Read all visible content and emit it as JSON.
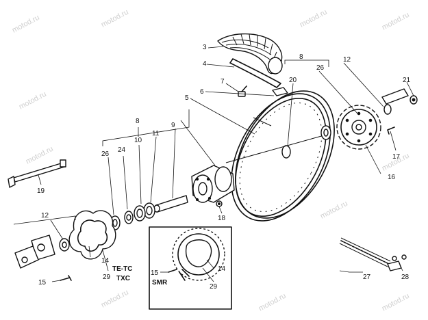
{
  "watermark": "motod.ru",
  "callouts": {
    "c3": "3",
    "c4": "4",
    "c5": "5",
    "c6": "6",
    "c7": "7",
    "c8_top": "8",
    "c8_left": "8",
    "c9": "9",
    "c10": "10",
    "c11": "11",
    "c12_top": "12",
    "c12_left": "12",
    "c14_left": "14",
    "c14_right": "14",
    "c15_left": "15",
    "c15_right": "15",
    "c16": "16",
    "c17": "17",
    "c18": "18",
    "c19": "19",
    "c20": "20",
    "c21": "21",
    "c24": "24",
    "c26_top": "26",
    "c26_left": "26",
    "c27": "27",
    "c28": "28",
    "c29_left": "29",
    "c29_right": "29"
  },
  "variants": {
    "left_model_line1": "TE-TC",
    "left_model_line2": "TXC",
    "right_model": "SMR"
  }
}
